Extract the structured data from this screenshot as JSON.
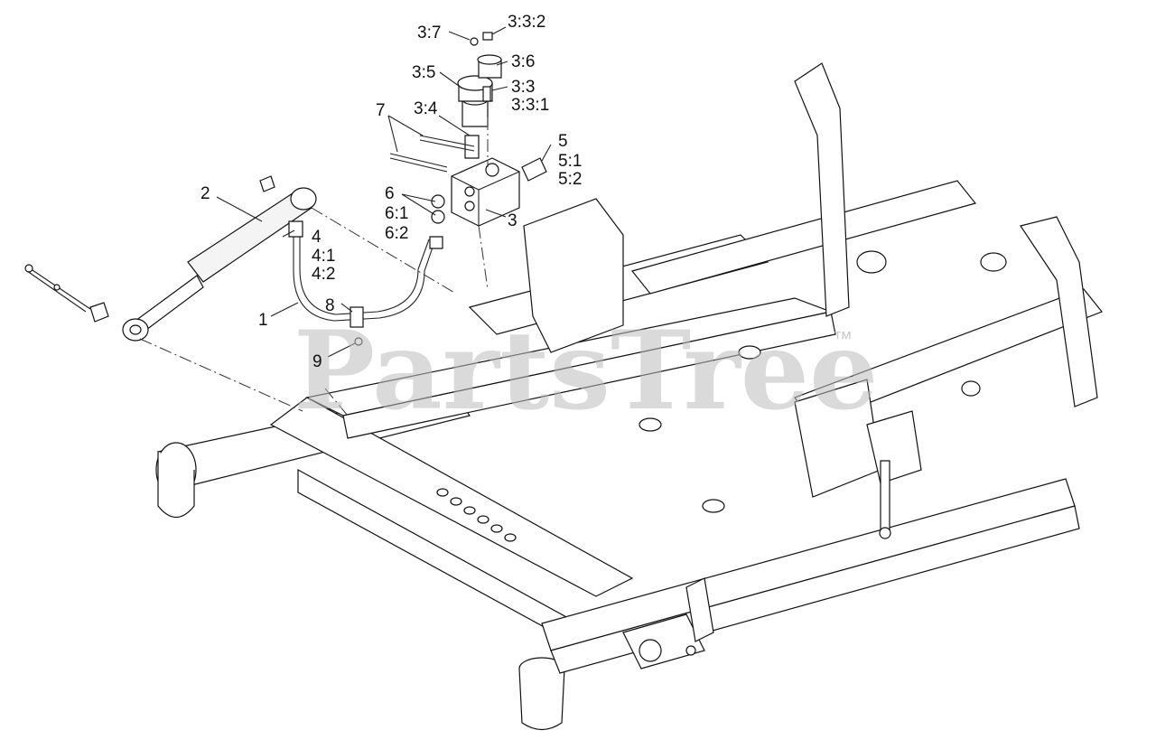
{
  "watermark": {
    "brand": "PartsTree",
    "trademark": "™"
  },
  "callouts": [
    {
      "id": "c-3-7",
      "text": "3:7"
    },
    {
      "id": "c-3-3-2",
      "text": "3:3:2"
    },
    {
      "id": "c-3-6",
      "text": "3:6"
    },
    {
      "id": "c-3-5",
      "text": "3:5"
    },
    {
      "id": "c-3-3",
      "text": "3:3"
    },
    {
      "id": "c-3-3-1",
      "text": "3:3:1"
    },
    {
      "id": "c-7",
      "text": "7"
    },
    {
      "id": "c-3-4",
      "text": "3:4"
    },
    {
      "id": "c-5",
      "text": "5"
    },
    {
      "id": "c-5-1",
      "text": "5:1"
    },
    {
      "id": "c-5-2",
      "text": "5:2"
    },
    {
      "id": "c-2",
      "text": "2"
    },
    {
      "id": "c-6",
      "text": "6"
    },
    {
      "id": "c-6-1",
      "text": "6:1"
    },
    {
      "id": "c-6-2",
      "text": "6:2"
    },
    {
      "id": "c-3",
      "text": "3"
    },
    {
      "id": "c-4",
      "text": "4"
    },
    {
      "id": "c-4-1",
      "text": "4:1"
    },
    {
      "id": "c-4-2",
      "text": "4:2"
    },
    {
      "id": "c-8",
      "text": "8"
    },
    {
      "id": "c-1",
      "text": "1"
    },
    {
      "id": "c-9",
      "text": "9"
    }
  ]
}
